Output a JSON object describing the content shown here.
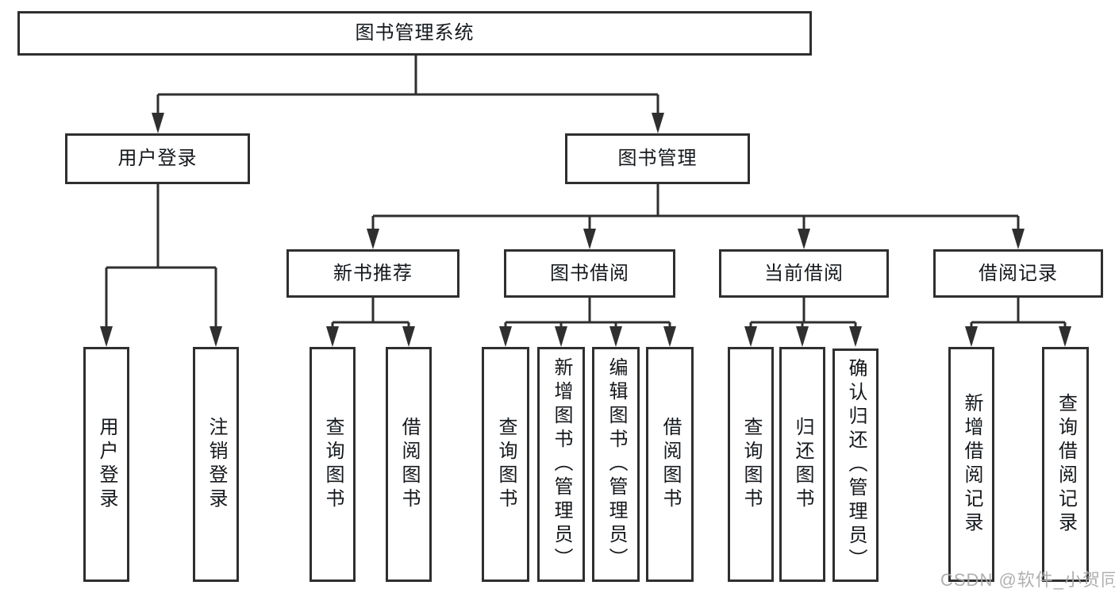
{
  "colors": {
    "line": "#2f2f2f",
    "text": "#14181c",
    "watermark": "#a8a8a8"
  },
  "watermark": {
    "text": "CSDN @软件_小贺同学"
  },
  "tree": {
    "label": "图书管理系统",
    "children": [
      {
        "label": "用户登录",
        "children": [
          {
            "label": "用户登录"
          },
          {
            "label": "注销登录"
          }
        ]
      },
      {
        "label": "图书管理",
        "children": [
          {
            "label": "新书推荐",
            "children": [
              {
                "label": "查询图书"
              },
              {
                "label": "借阅图书"
              }
            ]
          },
          {
            "label": "图书借阅",
            "children": [
              {
                "label": "查询图书"
              },
              {
                "label": "新增图书（管理员）"
              },
              {
                "label": "编辑图书（管理员）"
              },
              {
                "label": "借阅图书"
              }
            ]
          },
          {
            "label": "当前借阅",
            "children": [
              {
                "label": "查询图书"
              },
              {
                "label": "归还图书"
              },
              {
                "label": "确认归还（管理员）"
              }
            ]
          },
          {
            "label": "借阅记录",
            "children": [
              {
                "label": "新增借阅记录"
              },
              {
                "label": "查询借阅记录"
              }
            ]
          }
        ]
      }
    ]
  }
}
